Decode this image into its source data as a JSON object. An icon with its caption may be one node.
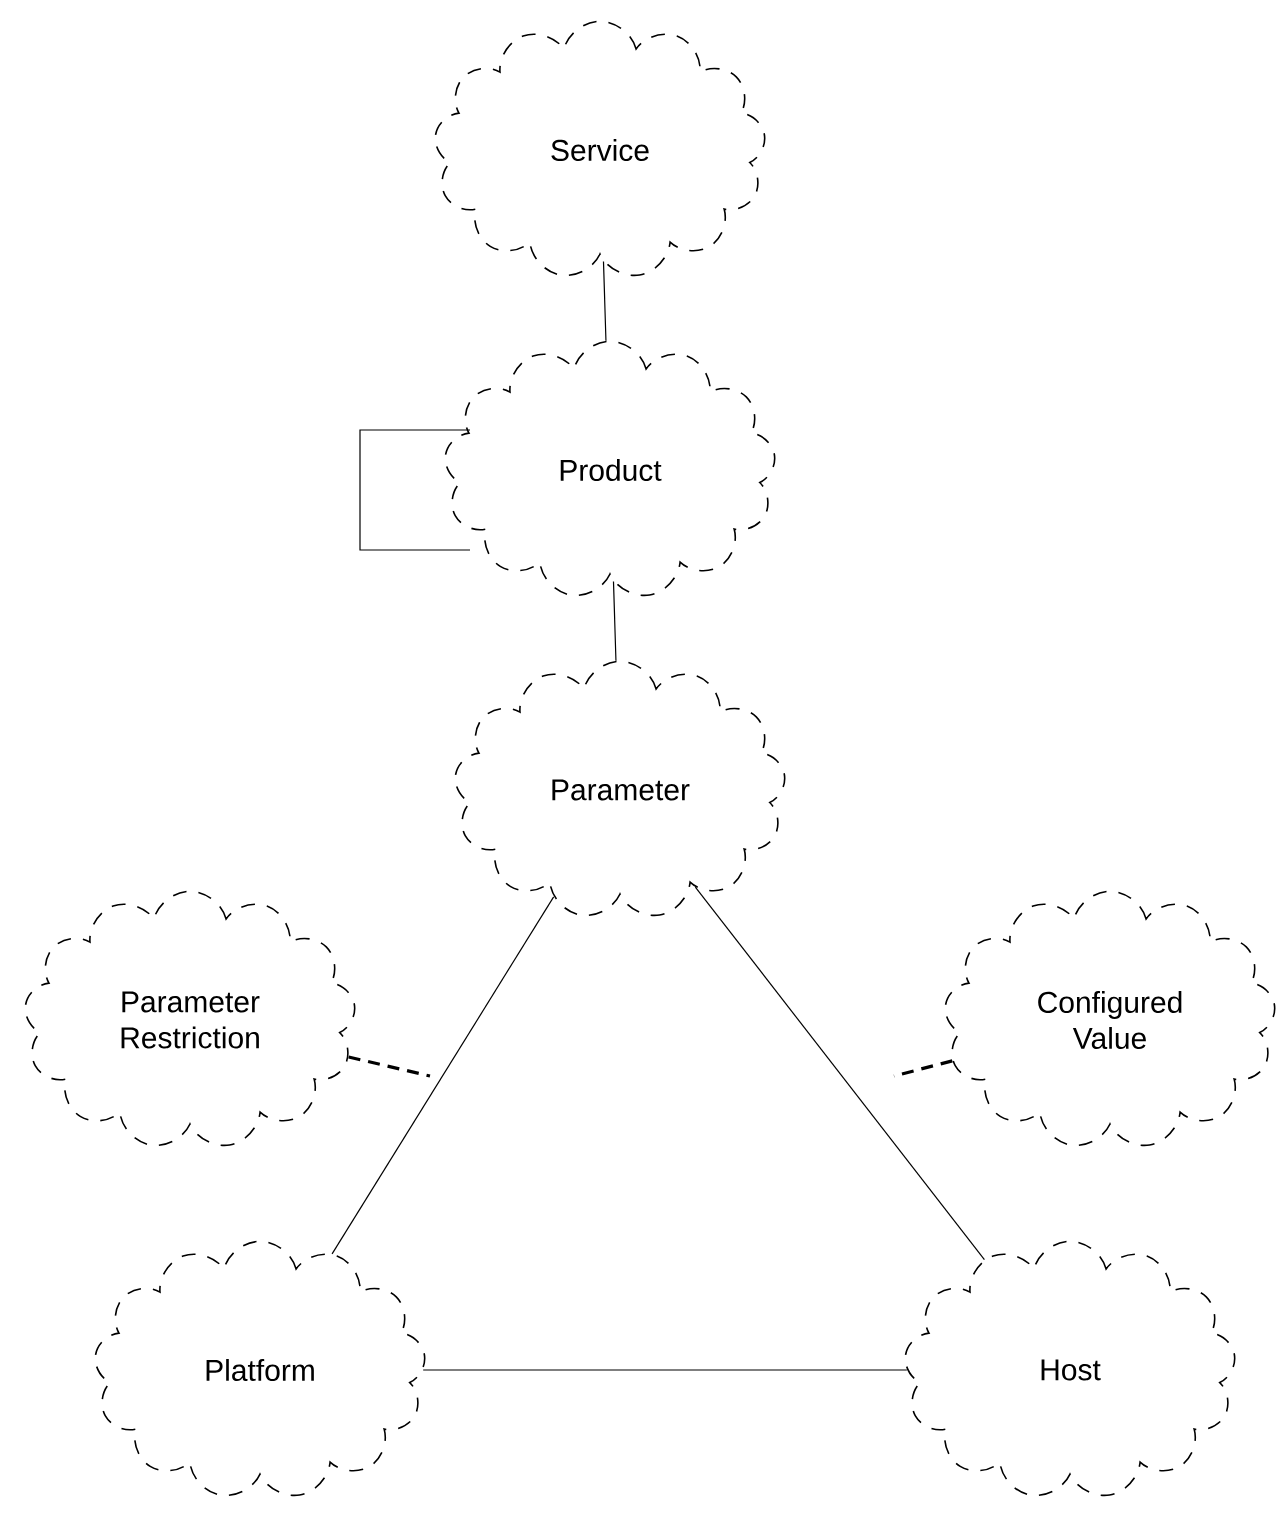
{
  "diagram": {
    "nodes": [
      {
        "text": [
          "Service"
        ]
      },
      {
        "text": [
          "Product"
        ]
      },
      {
        "text": [
          "Parameter"
        ]
      },
      {
        "text": [
          "Parameter Restriction"
        ]
      },
      {
        "text": [
          "Configured Value"
        ]
      },
      {
        "text": [
          "Platform"
        ]
      },
      {
        "text": [
          "Host"
        ]
      }
    ],
    "edges": [
      {
        "from": 0,
        "to": 1,
        "arrow": "none"
      },
      {
        "from": 1,
        "to": 1,
        "arrow": "none"
      },
      {
        "from": 1,
        "to": 2,
        "arrow": "none"
      },
      {
        "from": 2,
        "to": 5,
        "arrow": "none"
      },
      {
        "from": 2,
        "to": 6,
        "arrow": "none"
      },
      {
        "from": 5,
        "to": 6,
        "arrow": "none"
      },
      {
        "from": 3,
        "to": null,
        "arrow": "none",
        "style": "dashed"
      },
      {
        "from": 4,
        "to": null,
        "arrow": "none",
        "style": "dashed"
      }
    ]
  }
}
